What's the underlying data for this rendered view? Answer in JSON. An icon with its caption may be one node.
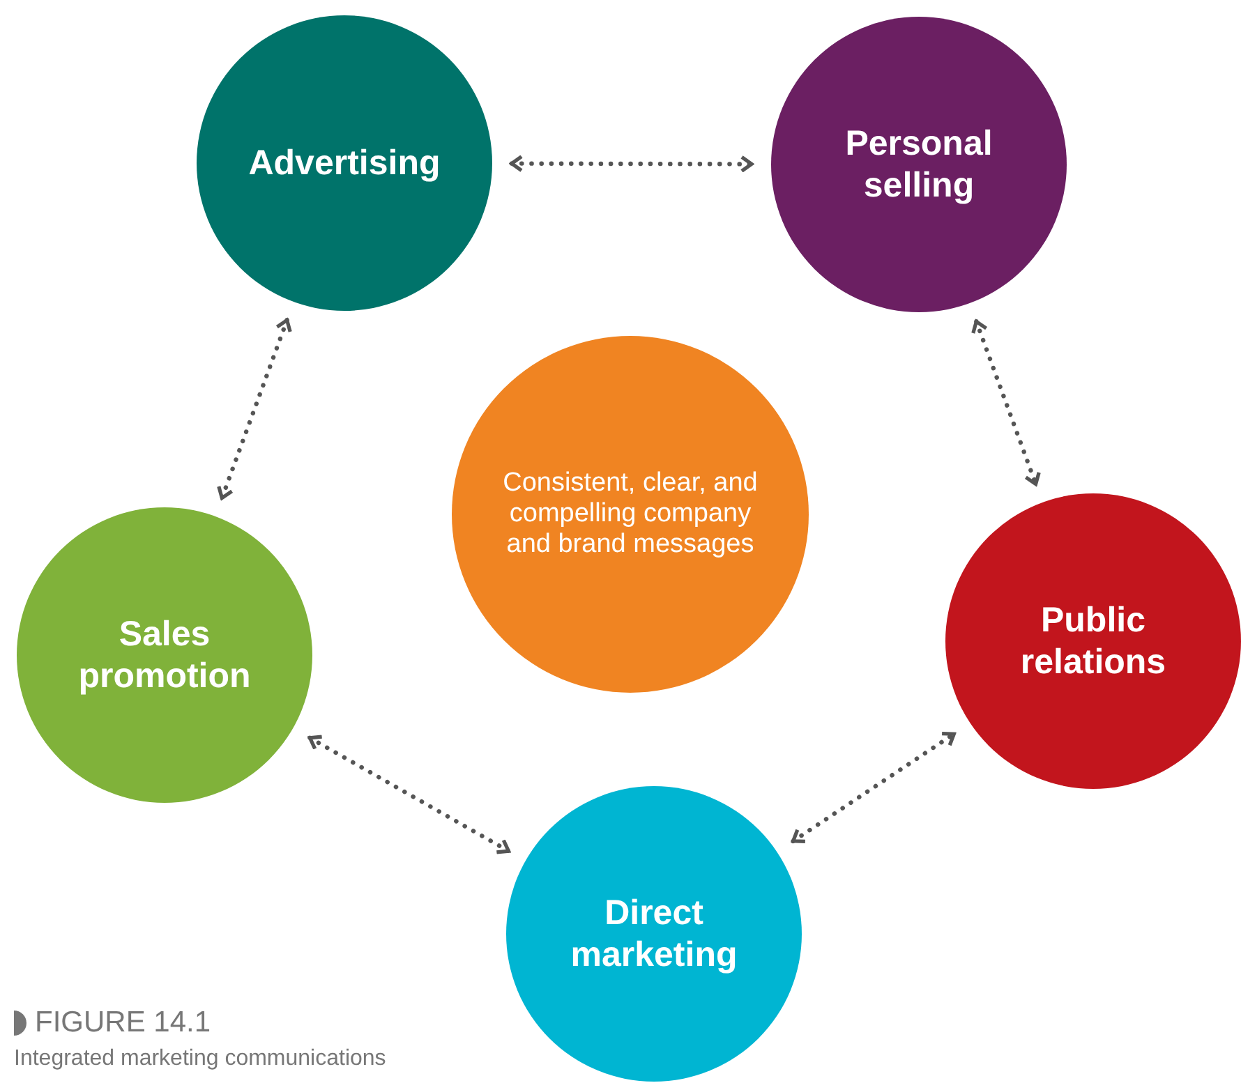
{
  "diagram": {
    "title": "FIGURE 14.1",
    "caption": "Integrated marketing communications",
    "nodes": [
      {
        "text": [
          "Advertising"
        ]
      },
      {
        "text": [
          "Personal selling"
        ]
      },
      {
        "text": [
          "Consistent, clear, and compelling company and brand messages"
        ]
      },
      {
        "text": [
          "Sales promotion"
        ]
      },
      {
        "text": [
          "Public relations"
        ]
      },
      {
        "text": [
          "Direct marketing"
        ]
      }
    ],
    "edges": [
      {
        "from": 0,
        "to": 1,
        "arrow": "both"
      },
      {
        "from": 1,
        "to": 4,
        "arrow": "both"
      },
      {
        "from": 0,
        "to": 3,
        "arrow": "both"
      },
      {
        "from": 3,
        "to": 5,
        "arrow": "both"
      },
      {
        "from": 5,
        "to": 4,
        "arrow": "both"
      }
    ]
  }
}
